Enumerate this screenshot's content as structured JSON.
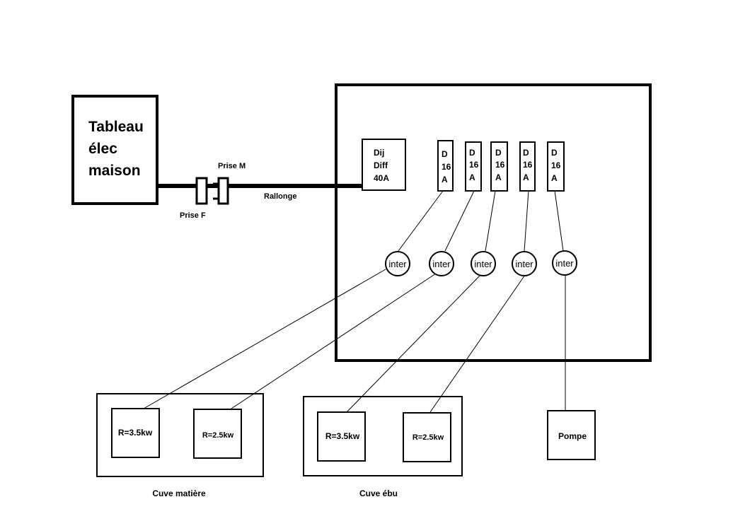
{
  "house_panel": {
    "lines": [
      "Tableau",
      "élec",
      "maison"
    ]
  },
  "plug_male": {
    "label": "Prise M"
  },
  "plug_female": {
    "label": "Prise F"
  },
  "extension": {
    "label": "Rallonge"
  },
  "main_breaker": {
    "lines": [
      "Dij",
      "Diff",
      "40A"
    ]
  },
  "breakers": [
    {
      "lines": [
        "D",
        "16",
        "A"
      ]
    },
    {
      "lines": [
        "D",
        "16",
        "A"
      ]
    },
    {
      "lines": [
        "D",
        "16",
        "A"
      ]
    },
    {
      "lines": [
        "D",
        "16",
        "A"
      ]
    },
    {
      "lines": [
        "D",
        "16",
        "A"
      ]
    }
  ],
  "switches": [
    {
      "label": "inter"
    },
    {
      "label": "inter"
    },
    {
      "label": "inter"
    },
    {
      "label": "inter"
    },
    {
      "label": "inter"
    }
  ],
  "tank_matiere": {
    "label": "Cuve matière",
    "resistors": [
      {
        "label": "R=3.5kw"
      },
      {
        "label": "R=2.5kw"
      }
    ]
  },
  "tank_ebu": {
    "label": "Cuve ébu",
    "resistors": [
      {
        "label": "R=3.5kw"
      },
      {
        "label": "R=2.5kw"
      }
    ]
  },
  "pump": {
    "label": "Pompe"
  }
}
